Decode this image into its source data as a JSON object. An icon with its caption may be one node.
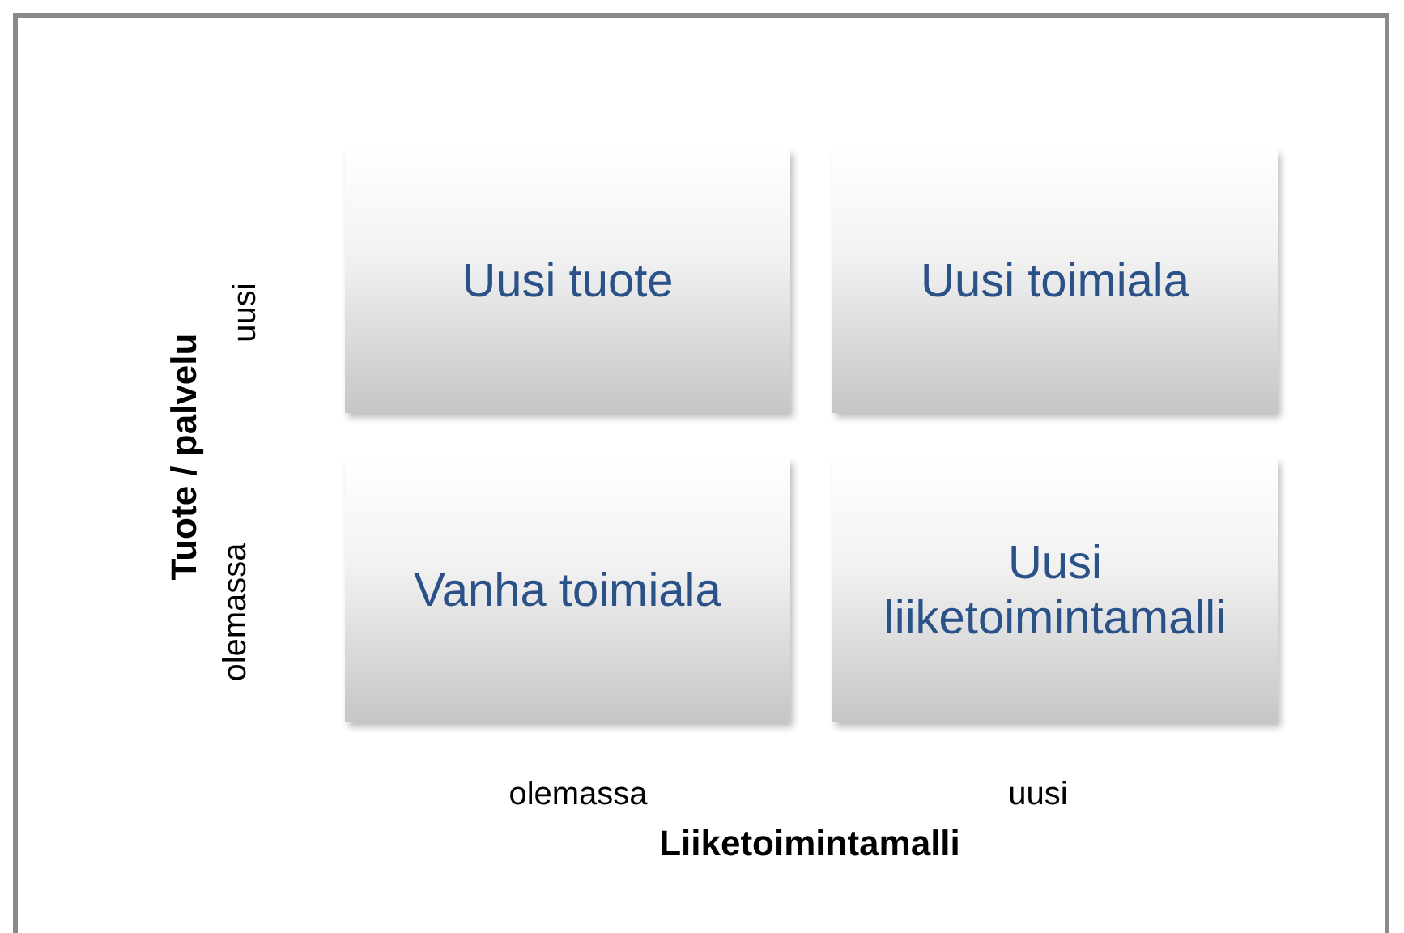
{
  "diagram": {
    "nodes": [
      {
        "text": [
          "Uusi tuote"
        ]
      },
      {
        "text": [
          "Uusi toimiala"
        ]
      },
      {
        "text": [
          "Vanha toimiala"
        ]
      },
      {
        "text": [
          "Uusi liiketoimintamalli"
        ]
      }
    ],
    "labels": [
      "uusi",
      "Tuote / palvelu",
      "olemassa",
      "olemassa",
      "uusi",
      "Liiketoimintamalli"
    ]
  }
}
